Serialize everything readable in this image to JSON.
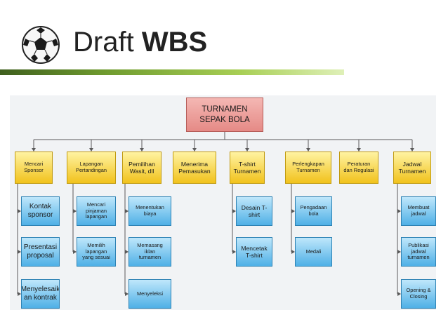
{
  "slide": {
    "title_regular": "Draft",
    "title_bold": "WBS",
    "icon": "soccer-ball-icon"
  },
  "wbs": {
    "root": "TURNAMEN\nSEPAK BOLA",
    "phases": [
      {
        "label": "Mencari\nSponsor",
        "tasks": [
          "Kontak\nsponsor",
          "Presentasi\nproposal",
          "Menyelesaik\nan kontrak"
        ]
      },
      {
        "label": "Lapangan\nPertandingan",
        "tasks": [
          "Mencari\npinjaman\nlapangan",
          "Memilih\nlapangan\nyang sesuai"
        ]
      },
      {
        "label": "Pemilihan\nWasit, dll",
        "tasks": [
          "Menentukan\nbiaya",
          "Memasang\niklan\nturnamen",
          "Menyeleksi"
        ]
      },
      {
        "label": "Menerima\nPemasukan",
        "tasks": []
      },
      {
        "label": "T-shirt\nTurnamen",
        "tasks": [
          "Desain T-\nshirt",
          "Mencetak\nT-shirt"
        ]
      },
      {
        "label": "Perlengkapan\nTurnamen",
        "tasks": [
          "Pengadaan\nbola",
          "Medali"
        ]
      },
      {
        "label": "Peraturan\ndan Regulasi",
        "tasks": []
      },
      {
        "label": "Jadwal\nTurnamen",
        "tasks": [
          "Membuat\njadwal",
          "Publikasi\njadwal\nturnamen",
          "Opening &\nClosing"
        ]
      }
    ]
  },
  "colors": {
    "root_fill": "#e9908c",
    "phase_fill": "#f3c928",
    "task_fill": "#58b3e8",
    "connector": "#5a5a5a",
    "accent_bar": "#8cbf3f"
  }
}
